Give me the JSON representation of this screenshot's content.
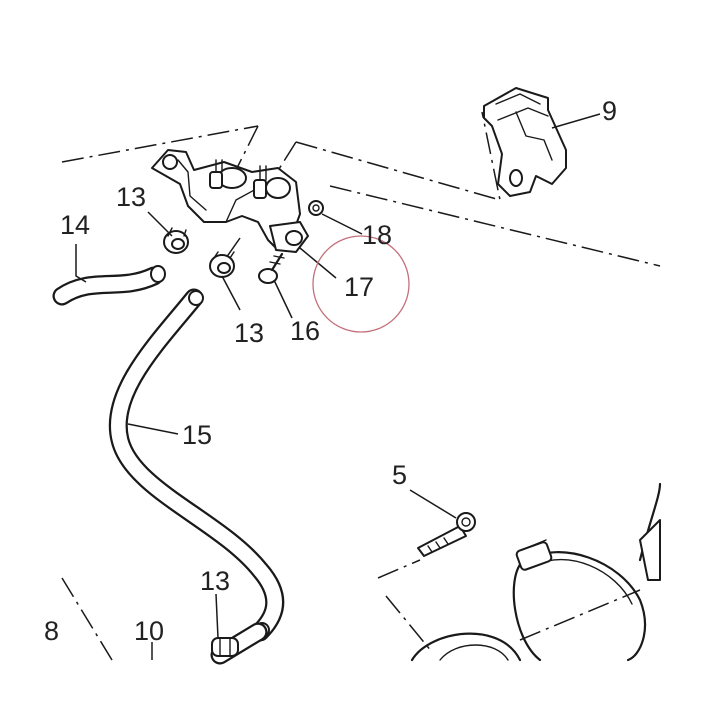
{
  "diagram": {
    "callouts": {
      "c14": "14",
      "c13a": "13",
      "c13b": "13",
      "c13c": "13",
      "c15": "15",
      "c16": "16",
      "c17": "17",
      "c18": "18",
      "c9": "9",
      "c5": "5",
      "c10": "10",
      "c8": "8"
    },
    "highlight_color": "#c4707a",
    "line_color": "#1a1a1a"
  }
}
